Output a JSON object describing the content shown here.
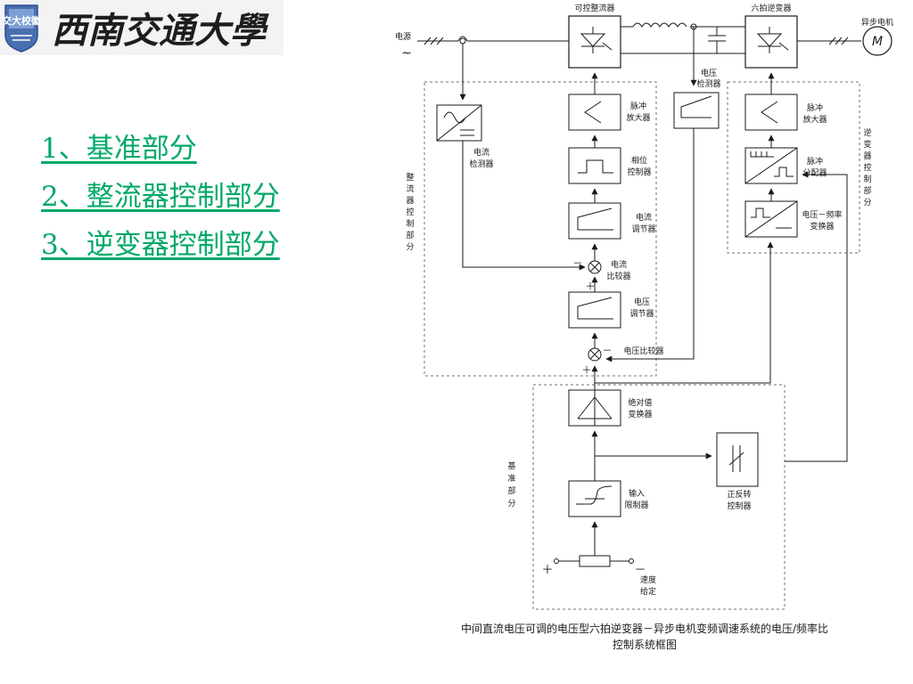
{
  "header": {
    "logo_text": "西南交通大學",
    "logo_mark": "交大校徽"
  },
  "menu": {
    "items": [
      {
        "label": "1、基准部分"
      },
      {
        "label": "2、整流器控制部分"
      },
      {
        "label": "3、逆变器控制部分"
      }
    ]
  },
  "diagram": {
    "labels": {
      "power": "电源",
      "ac": "~",
      "rectifier": "可控整流器",
      "inverter": "六拍逆变器",
      "motor": "异步电机",
      "motor_symbol": "M",
      "voltage_detector": [
        "电压",
        "检测器"
      ],
      "current_detector": [
        "电流",
        "检测器"
      ],
      "pulse_amp_1": [
        "脉冲",
        "放大器"
      ],
      "phase_ctrl": [
        "相位",
        "控制器"
      ],
      "current_reg": [
        "电流",
        "调节器"
      ],
      "current_cmp": [
        "电流",
        "比较器"
      ],
      "voltage_reg": [
        "电压",
        "调节器"
      ],
      "voltage_cmp": "电压比较器",
      "pulse_amp_2": [
        "脉冲",
        "放大器"
      ],
      "pulse_dist": [
        "脉冲",
        "分配器"
      ],
      "vf_conv": [
        "电压－频率",
        "变换器"
      ],
      "abs_conv": [
        "绝对值",
        "变换器"
      ],
      "input_lim": [
        "输入",
        "限制器"
      ],
      "dir_ctrl": [
        "正反转",
        "控制器"
      ],
      "speed_set": [
        "速度",
        "给定"
      ],
      "group_rect": [
        "整",
        "流",
        "器",
        "控",
        "制",
        "部",
        "分"
      ],
      "group_inv": [
        "逆",
        "变",
        "器",
        "控",
        "制",
        "部",
        "分"
      ],
      "group_ref": [
        "基",
        "准",
        "部",
        "分"
      ],
      "minus": "－",
      "plus": "＋",
      "caption_1": "中间直流电压可调的电压型六拍逆变器－异步电机变频调速系统的电压/频率比",
      "caption_2": "控制系统框图"
    }
  },
  "colors": {
    "menu_text": "#00a968",
    "line": "#1a1a1a",
    "dashed": "#707070"
  }
}
